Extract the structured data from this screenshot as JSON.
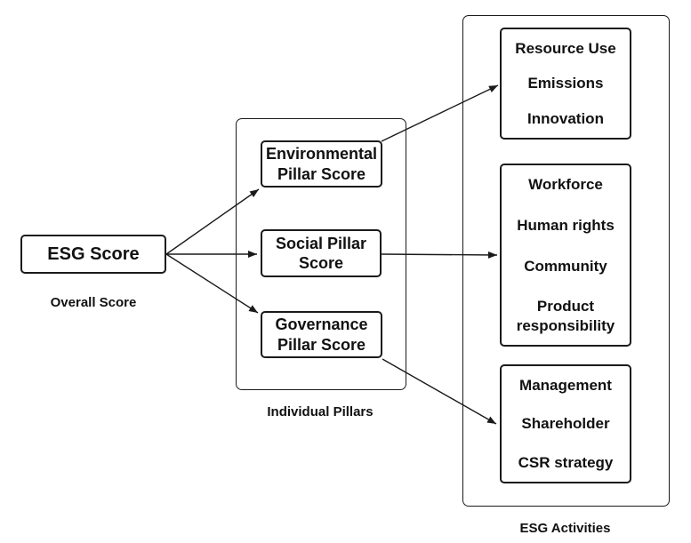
{
  "diagram": {
    "overall": {
      "box_label": "ESG Score",
      "caption": "Overall Score"
    },
    "pillars": {
      "caption": "Individual Pillars",
      "items": [
        {
          "label": "Environmental Pillar Score"
        },
        {
          "label": "Social Pillar Score"
        },
        {
          "label": "Governance Pillar Score"
        }
      ]
    },
    "activities": {
      "caption": "ESG Activities",
      "groups": [
        {
          "items": [
            "Resource Use",
            "Emissions",
            "Innovation"
          ]
        },
        {
          "items": [
            "Workforce",
            "Human rights",
            "Community",
            "Product responsibility"
          ]
        },
        {
          "items": [
            "Management",
            "Shareholder",
            "CSR strategy"
          ]
        }
      ]
    },
    "colors": {
      "line": "#1a1a1a",
      "box_border": "#1a1a1a",
      "background": "#ffffff",
      "text": "#111111"
    }
  }
}
